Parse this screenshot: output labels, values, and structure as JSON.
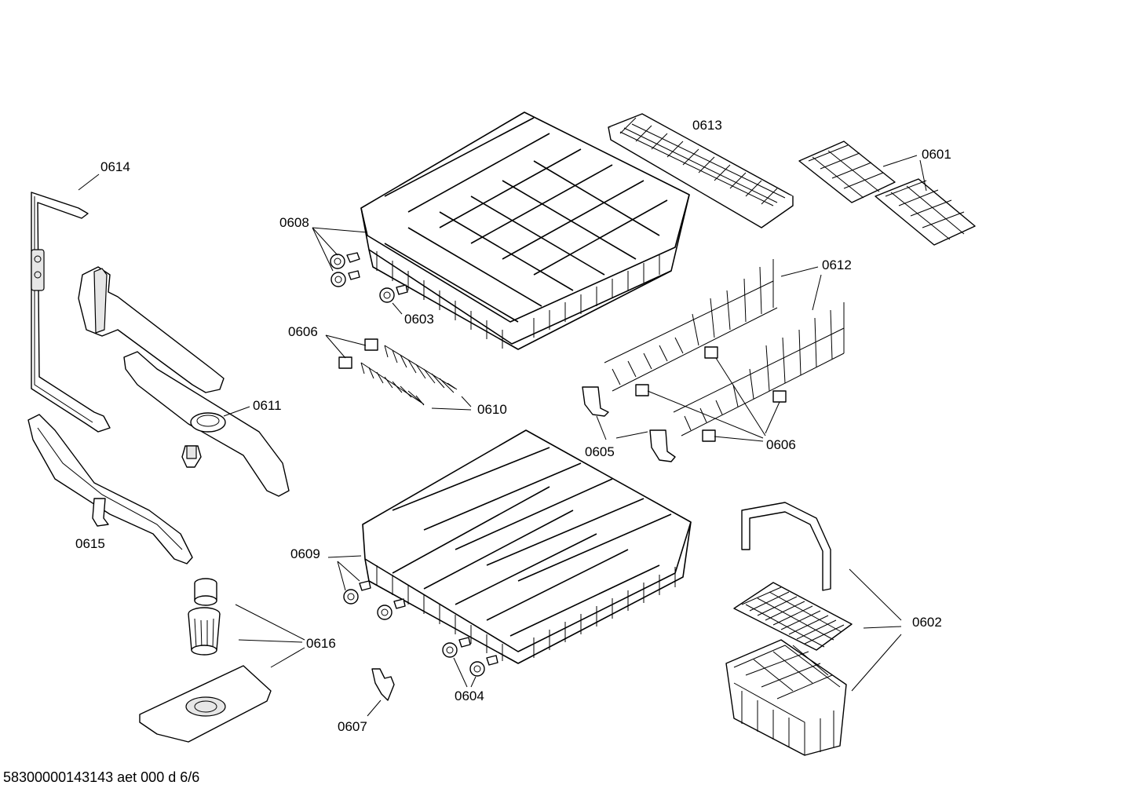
{
  "labels": {
    "p0601": "0601",
    "p0602": "0602",
    "p0603": "0603",
    "p0604": "0604",
    "p0605": "0605",
    "p0606a": "0606",
    "p0606b": "0606",
    "p0607": "0607",
    "p0608": "0608",
    "p0609": "0609",
    "p0610": "0610",
    "p0611": "0611",
    "p0612": "0612",
    "p0613": "0613",
    "p0614": "0614",
    "p0615": "0615",
    "p0616": "0616"
  },
  "footer": {
    "document_id": "58300000143143 aet 000 d 6/6"
  }
}
